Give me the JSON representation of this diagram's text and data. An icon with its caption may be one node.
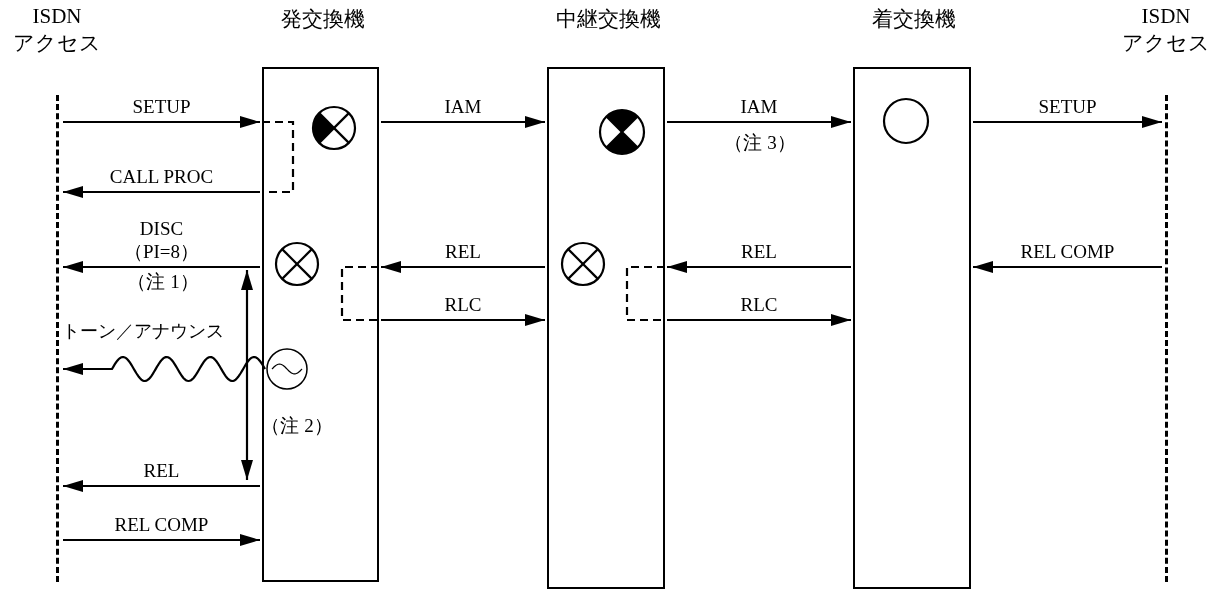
{
  "diagram": {
    "nodes": [
      {
        "text": [
          "ISDN アクセス"
        ]
      },
      {
        "text": [
          "発交換機"
        ]
      },
      {
        "text": [
          "中継交換機"
        ]
      },
      {
        "text": [
          "着交換機"
        ]
      },
      {
        "text": [
          "ISDN アクセス"
        ]
      },
      {
        "text": [],
        "shape": "circle",
        "in": 1
      }
    ],
    "edges": [
      {
        "from": 0,
        "to": 1,
        "arrow": "to",
        "label": "SETUP"
      },
      {
        "from": 1,
        "to": 2,
        "arrow": "to",
        "label": "IAM"
      },
      {
        "from": 2,
        "to": 3,
        "arrow": "to",
        "label": "IAM"
      },
      {
        "from": 3,
        "to": 4,
        "arrow": "to",
        "label": "SETUP"
      },
      {
        "from": 1,
        "to": 0,
        "arrow": "to",
        "label": "CALL PROC"
      },
      {
        "from": 1,
        "to": 0,
        "arrow": "to",
        "label": "DISC （PI=8）"
      },
      {
        "from": 2,
        "to": 1,
        "arrow": "to",
        "label": "REL"
      },
      {
        "from": 3,
        "to": 2,
        "arrow": "to",
        "label": "REL"
      },
      {
        "from": 4,
        "to": 3,
        "arrow": "to",
        "label": "REL COMP"
      },
      {
        "from": 1,
        "to": 2,
        "arrow": "to",
        "label": "RLC"
      },
      {
        "from": 2,
        "to": 3,
        "arrow": "to",
        "label": "RLC"
      },
      {
        "from": 5,
        "to": 0,
        "arrow": "to",
        "label": "トーン／アナウンス"
      },
      {
        "from": 1,
        "to": 0,
        "arrow": "to",
        "label": "REL"
      },
      {
        "from": 0,
        "to": 1,
        "arrow": "to",
        "label": "REL COMP"
      }
    ],
    "labels": [
      "（注 3）",
      "（注 1）",
      "（注 2）"
    ]
  }
}
